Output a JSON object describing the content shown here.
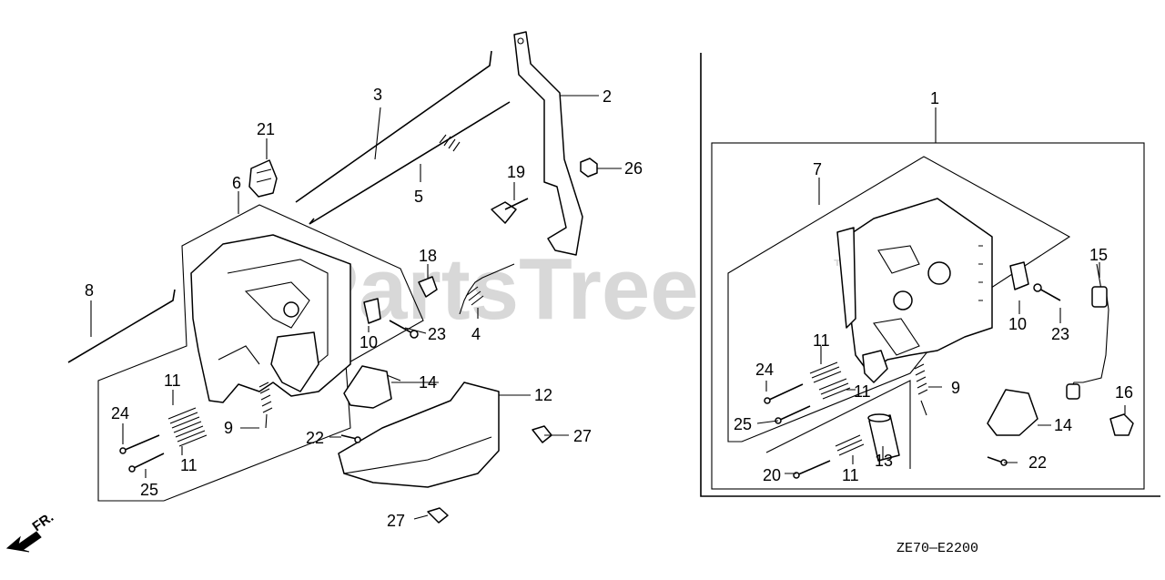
{
  "watermark": "PartsTree",
  "watermark_mark": "™",
  "diagram_code": "ZE70—E2200",
  "direction_label": "FR.",
  "callouts": {
    "c1": "1",
    "c2": "2",
    "c3": "3",
    "c4": "4",
    "c5": "5",
    "c6": "6",
    "c7": "7",
    "c8": "8",
    "c9a": "9",
    "c9b": "9",
    "c10a": "10",
    "c10b": "10",
    "c11a": "11",
    "c11b": "11",
    "c11c": "11",
    "c11d": "11",
    "c11e": "11",
    "c12": "12",
    "c13": "13",
    "c14a": "14",
    "c14b": "14",
    "c15": "15",
    "c16": "16",
    "c18": "18",
    "c19": "19",
    "c20": "20",
    "c21": "21",
    "c22a": "22",
    "c22b": "22",
    "c23a": "23",
    "c23b": "23",
    "c24a": "24",
    "c24b": "24",
    "c25a": "25",
    "c25b": "25",
    "c26": "26",
    "c27a": "27",
    "c27b": "27"
  }
}
